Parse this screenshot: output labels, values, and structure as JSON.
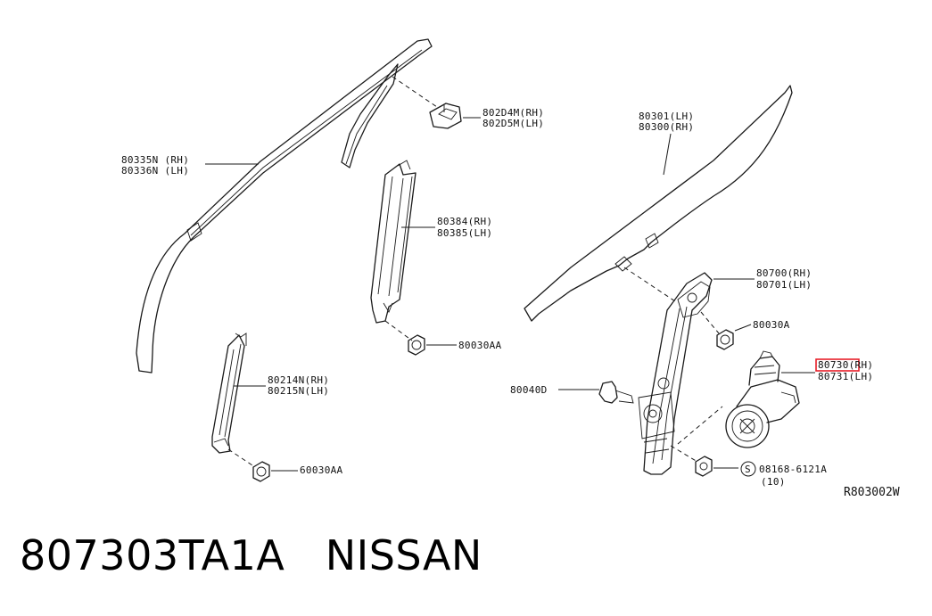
{
  "labels": {
    "molding_outer_rh": "80335N (RH)",
    "molding_outer_lh": "80336N (LH)",
    "clip_molding_rh": "802D4M(RH)",
    "clip_molding_lh": "802D5M(LH)",
    "sash_front_rh": "80384(RH)",
    "sash_front_lh": "80385(LH)",
    "bolt_sash": "80030AA",
    "sash_rear_rh": "80214N(RH)",
    "sash_rear_lh": "80215N(LH)",
    "bolt_rear": "60030AA",
    "glass_lh": "80301(LH)",
    "glass_rh": "80300(RH)",
    "regulator_rh": "80700(RH)",
    "regulator_lh": "80701(LH)",
    "bolt_regulator": "80030A",
    "motor_rh_part": "80730",
    "motor_rh_side": "(RH)",
    "motor_lh": "80731(LH)",
    "grommet": "80040D",
    "screw_symbol": "S",
    "screw": "08168-6121A",
    "screw_qty": "(10)",
    "diagram_code": "R803002W"
  },
  "footer": {
    "part_number": "807303TA1A",
    "brand": "NISSAN"
  },
  "colors": {
    "line": "#1a1a1a",
    "highlight": "#e8202a",
    "background": "#ffffff"
  }
}
